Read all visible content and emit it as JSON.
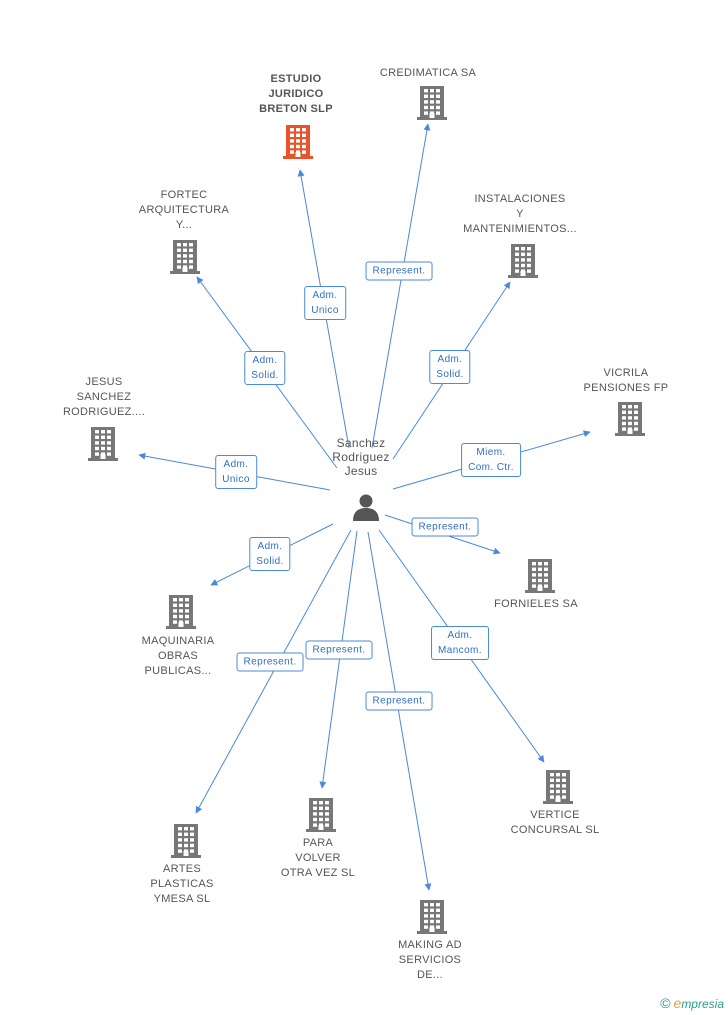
{
  "colors": {
    "edge": "#4a89dc",
    "building": "#777777",
    "building_highlight": "#e8532b",
    "person": "#555555"
  },
  "person": {
    "name": "Sanchez\nRodriguez\nJesus",
    "icon": "person-icon"
  },
  "nodes": [
    {
      "id": "estudio",
      "label": "ESTUDIO\nJURIDICO\nBRETON  SLP",
      "highlight": true
    },
    {
      "id": "credimatica",
      "label": "CREDIMATICA SA"
    },
    {
      "id": "fortec",
      "label": "FORTEC\nARQUITECTURA\nY..."
    },
    {
      "id": "instalaciones",
      "label": "INSTALACIONES\nY\nMANTENIMIENTOS..."
    },
    {
      "id": "vicrila",
      "label": "VICRILA\nPENSIONES FP"
    },
    {
      "id": "jesus",
      "label": "JESUS\nSANCHEZ\nRODRIGUEZ...."
    },
    {
      "id": "fornieles",
      "label": "FORNIELES SA"
    },
    {
      "id": "maquinaria",
      "label": "MAQUINARIA\nOBRAS\nPUBLICAS..."
    },
    {
      "id": "vertice",
      "label": "VERTICE\nCONCURSAL SL"
    },
    {
      "id": "artes",
      "label": "ARTES\nPLASTICAS\nYMESA SL"
    },
    {
      "id": "para",
      "label": "PARA\nVOLVER\nOTRA VEZ SL"
    },
    {
      "id": "making",
      "label": "MAKING AD\nSERVICIOS\nDE..."
    }
  ],
  "edges": [
    {
      "to": "estudio",
      "label": "Adm.\nUnico"
    },
    {
      "to": "credimatica",
      "label": "Represent."
    },
    {
      "to": "fortec",
      "label": "Adm.\nSolid."
    },
    {
      "to": "instalaciones",
      "label": "Adm.\nSolid."
    },
    {
      "to": "vicrila",
      "label": "Miem.\nCom. Ctr."
    },
    {
      "to": "jesus",
      "label": "Adm.\nUnico"
    },
    {
      "to": "fornieles",
      "label": "Represent."
    },
    {
      "to": "maquinaria",
      "label": "Adm.\nSolid."
    },
    {
      "to": "vertice",
      "label": "Adm.\nMancom."
    },
    {
      "to": "artes",
      "label": "Represent."
    },
    {
      "to": "para",
      "label": "Represent."
    },
    {
      "to": "making",
      "label": "Represent."
    }
  ],
  "footer": {
    "copyright": "©",
    "brand_initial": "e",
    "brand_rest": "mpresia"
  }
}
